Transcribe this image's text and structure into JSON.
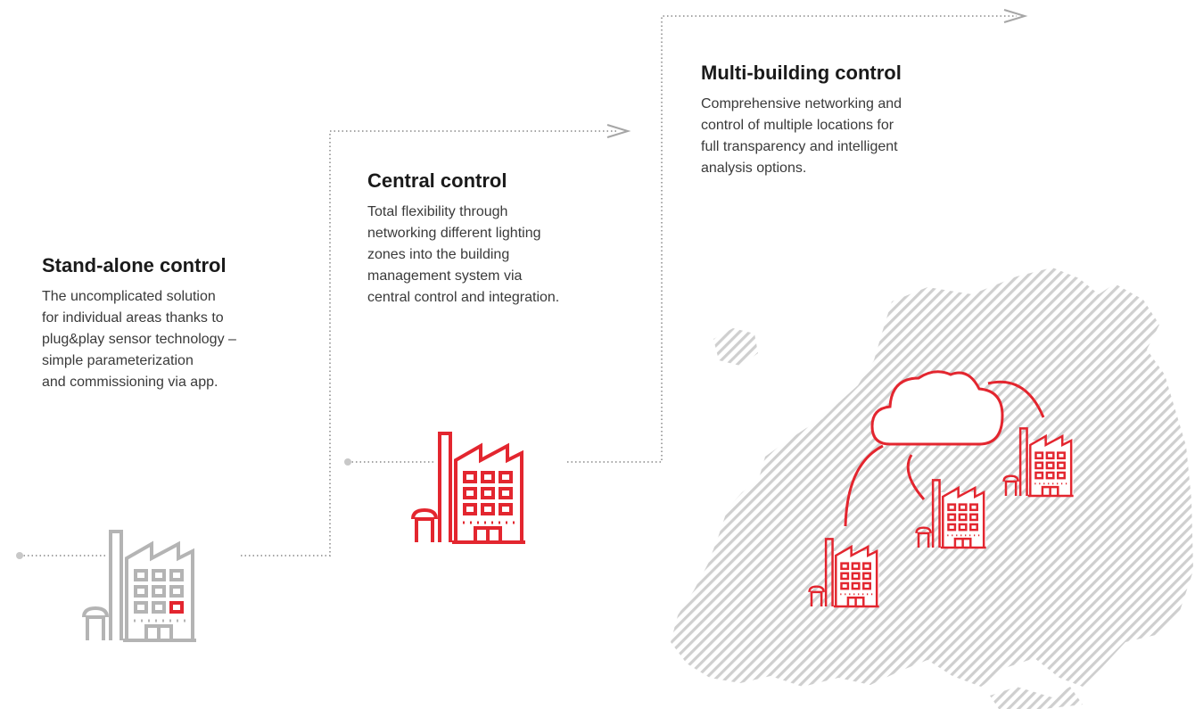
{
  "steps": [
    {
      "title": "Stand-alone control",
      "text": "The uncomplicated solution\nfor individual areas thanks to\nplug&play sensor technology –\nsimple parameterization\nand commissioning via app."
    },
    {
      "title": "Central control",
      "text": "Total flexibility through\nnetworking different lighting\nzones into the building\nmanagement system via\ncentral control and integration."
    },
    {
      "title": "Multi-building control",
      "text": "Comprehensive networking and\ncontrol of multiple locations for\nfull transparency and intelligent\nanalysis options."
    }
  ],
  "colors": {
    "accent": "#e3262f",
    "grey_icon": "#b4b4b4",
    "path_dots": "#a6a6a6",
    "map_hatch": "#cfcfcf",
    "heading": "#1a1a1a",
    "body_text": "#3a3a3a"
  },
  "icons": {
    "standalone": "factory-icon",
    "central": "factory-icon",
    "multi": "cloud-network-icon",
    "map": "europe-map"
  }
}
